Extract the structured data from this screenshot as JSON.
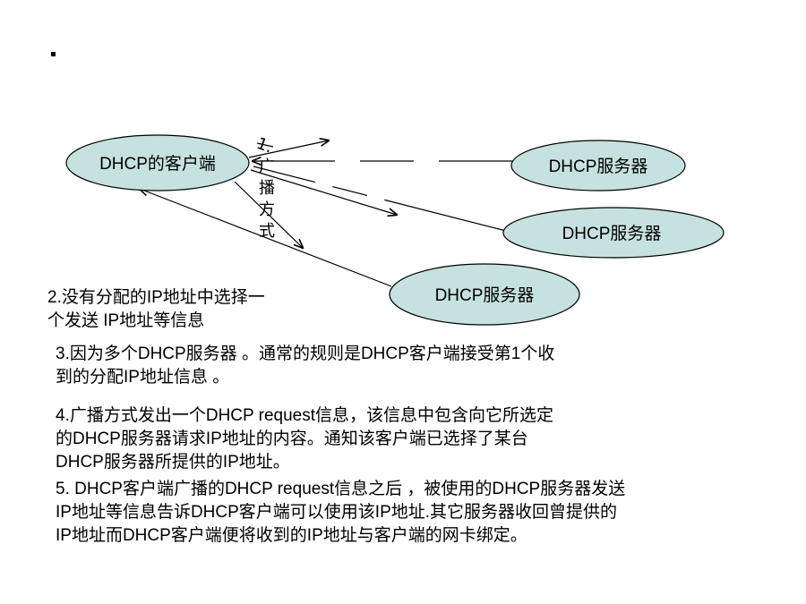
{
  "diagram": {
    "nodes": {
      "client": "DHCP的客户端",
      "server1": "DHCP服务器",
      "server2": "DHCP服务器",
      "server3": "DHCP服务器"
    },
    "edge_label": {
      "number": "1.",
      "chars": [
        "广",
        "播",
        "方",
        "式"
      ]
    },
    "colors": {
      "node_fill": "#c6e2e0",
      "node_stroke": "#000000",
      "line": "#000000"
    }
  },
  "notes": {
    "p2": "2.没有分配的IP地址中选择一\n个发送  IP地址等信息",
    "p3": "3.因为多个DHCP服务器 。通常的规则是DHCP客户端接受第1个收\n到的分配IP地址信息 。",
    "p4": "4.广播方式发出一个DHCP request信息，该信息中包含向它所选定\n的DHCP服务器请求IP地址的内容。通知该客户端已选择了某台\nDHCP服务器所提供的IP地址。",
    "p5": "5. DHCP客户端广播的DHCP request信息之后 ，被使用的DHCP服务器发送\nIP地址等信息告诉DHCP客户端可以使用该IP地址.其它服务器收回曾提供的\nIP地址而DHCP客户端便将收到的IP地址与客户端的网卡绑定。"
  }
}
